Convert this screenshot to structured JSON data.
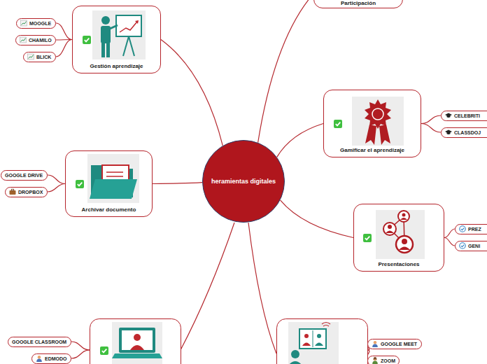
{
  "diagram": {
    "nodes": [
      {
        "text": [
          "heramientas digitales"
        ]
      },
      {
        "text": [
          "Participación"
        ]
      },
      {
        "text": [
          "Gestión aprendizaje"
        ]
      },
      {
        "text": [
          "MOOGLE"
        ]
      },
      {
        "text": [
          "CHAMILO"
        ]
      },
      {
        "text": [
          "BLICK"
        ]
      },
      {
        "text": [
          "Gamificar el aprendizaje"
        ]
      },
      {
        "text": [
          "CELEBRITI"
        ]
      },
      {
        "text": [
          "CLASSDOJ"
        ]
      },
      {
        "text": [
          "Archivar documento"
        ]
      },
      {
        "text": [
          "GOOGLE DRIVE"
        ]
      },
      {
        "text": [
          "DROPBOX"
        ]
      },
      {
        "text": [
          "Presentaciones"
        ]
      },
      {
        "text": [
          "PREZ"
        ]
      },
      {
        "text": [
          "GENI"
        ]
      },
      {
        "text": [
          "GOOGLE CLASSROOM"
        ]
      },
      {
        "text": [
          "EDMODO"
        ]
      },
      {
        "text": [
          "GOOGLE MEET"
        ]
      },
      {
        "text": [
          "ZOOM"
        ]
      }
    ],
    "edges": [
      {
        "from": 0,
        "to": 1,
        "arrow": "none"
      },
      {
        "from": 0,
        "to": 2,
        "arrow": "none"
      },
      {
        "from": 2,
        "to": 3,
        "arrow": "none"
      },
      {
        "from": 2,
        "to": 4,
        "arrow": "none"
      },
      {
        "from": 2,
        "to": 5,
        "arrow": "none"
      },
      {
        "from": 0,
        "to": 6,
        "arrow": "none"
      },
      {
        "from": 6,
        "to": 7,
        "arrow": "none"
      },
      {
        "from": 6,
        "to": 8,
        "arrow": "none"
      },
      {
        "from": 0,
        "to": 9,
        "arrow": "none"
      },
      {
        "from": 9,
        "to": 10,
        "arrow": "none"
      },
      {
        "from": 9,
        "to": 11,
        "arrow": "none"
      },
      {
        "from": 0,
        "to": 12,
        "arrow": "none"
      },
      {
        "from": 12,
        "to": 13,
        "arrow": "none"
      },
      {
        "from": 12,
        "to": 14,
        "arrow": "none"
      }
    ]
  }
}
